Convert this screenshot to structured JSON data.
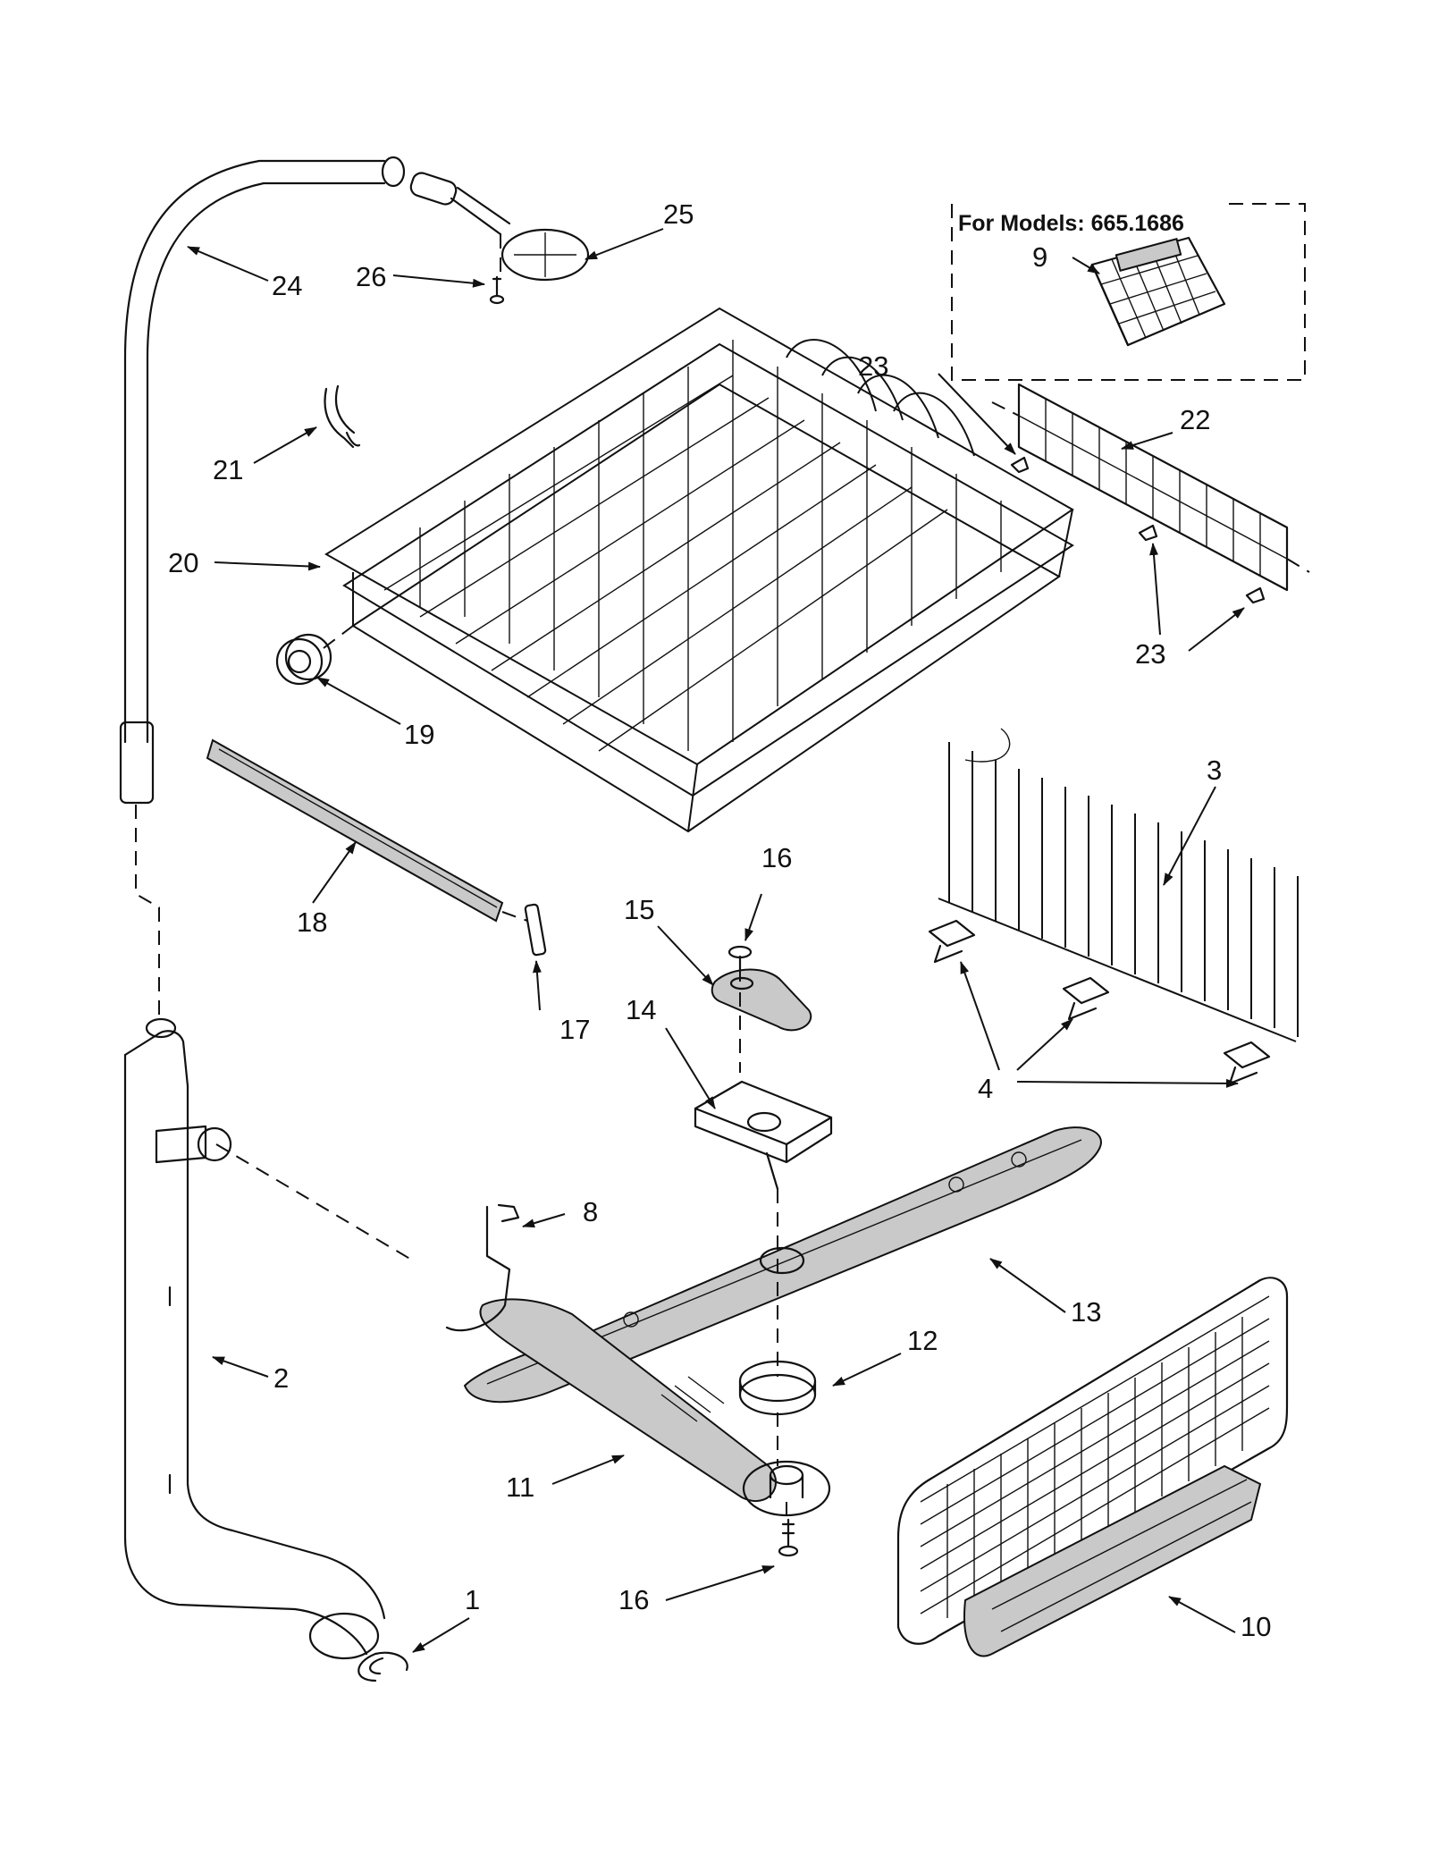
{
  "note": {
    "text": "For Models: 665.1686"
  },
  "callouts": [
    "1",
    "2",
    "3",
    "4",
    "8",
    "9",
    "10",
    "11",
    "12",
    "13",
    "14",
    "15",
    "16",
    "16",
    "17",
    "18",
    "19",
    "20",
    "21",
    "22",
    "23",
    "23",
    "24",
    "25",
    "26"
  ]
}
